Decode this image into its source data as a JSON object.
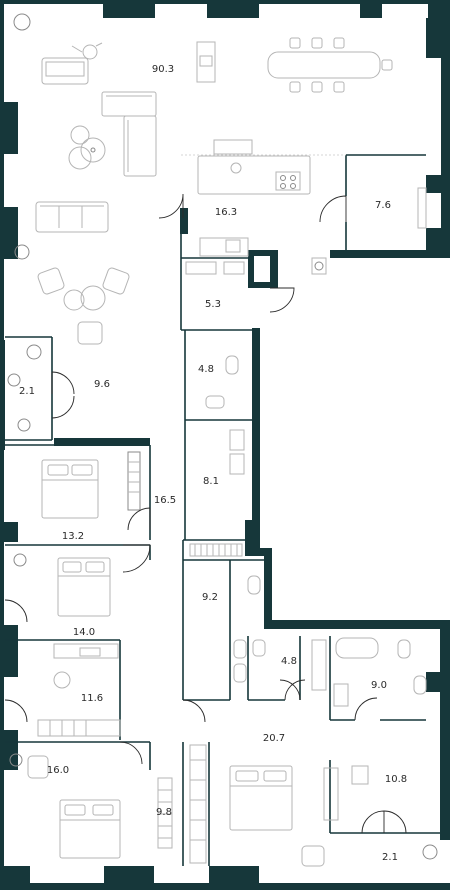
{
  "rooms": [
    {
      "id": "living",
      "area": "90.3"
    },
    {
      "id": "kitchen",
      "area": "16.3"
    },
    {
      "id": "storage-ne",
      "area": "7.6"
    },
    {
      "id": "laundry",
      "area": "5.3"
    },
    {
      "id": "balcony-w",
      "area": "2.1"
    },
    {
      "id": "dressing-1",
      "area": "9.6"
    },
    {
      "id": "wc-1",
      "area": "4.8"
    },
    {
      "id": "bath-1",
      "area": "8.1"
    },
    {
      "id": "corridor",
      "area": "16.5"
    },
    {
      "id": "bedroom-1",
      "area": "13.2"
    },
    {
      "id": "bedroom-2",
      "area": "14.0"
    },
    {
      "id": "study",
      "area": "11.6"
    },
    {
      "id": "bath-2",
      "area": "9.2"
    },
    {
      "id": "wc-2",
      "area": "4.8"
    },
    {
      "id": "bath-3",
      "area": "9.0"
    },
    {
      "id": "master-bedroom",
      "area": "20.7"
    },
    {
      "id": "bedroom-3",
      "area": "16.0"
    },
    {
      "id": "dressing-2",
      "area": "9.8"
    },
    {
      "id": "office",
      "area": "10.8"
    },
    {
      "id": "balcony-e",
      "area": "2.1"
    }
  ],
  "colors": {
    "wall": "#16373a",
    "furniture": "#b5b5b5",
    "text": "#2a2a2a",
    "background": "#ffffff"
  },
  "icons": [
    "plant-icon",
    "bed-icon",
    "sofa-icon",
    "dining-table-icon",
    "armchair-icon",
    "bathtub-icon",
    "toilet-icon",
    "sink-icon",
    "stove-icon",
    "desk-icon"
  ]
}
